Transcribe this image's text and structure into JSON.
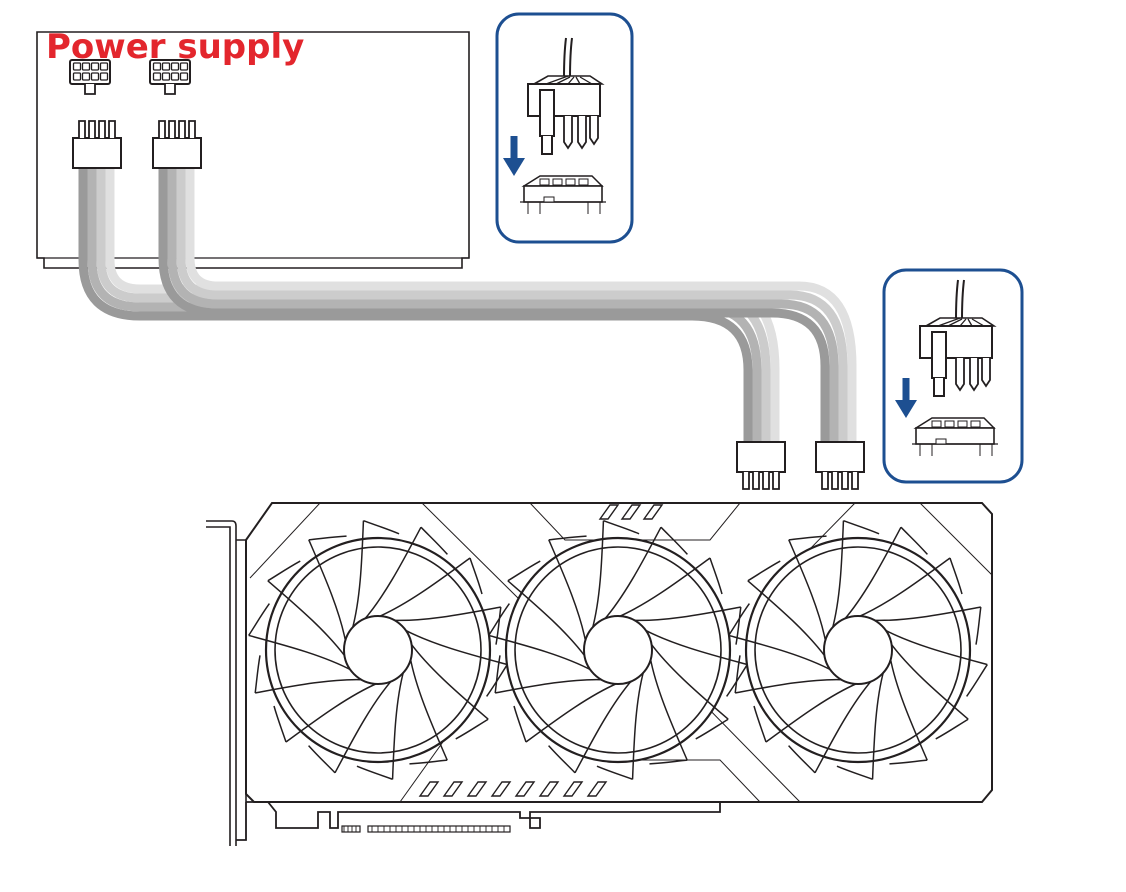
{
  "psu": {
    "title": "Power supply",
    "title_color": "#e3262d",
    "connector_count": 2
  },
  "gpu": {
    "fan_count": 3,
    "fan_blades": 14,
    "top_vent_slots": 3,
    "bottom_vent_slots": 8
  },
  "callouts": [
    {
      "name": "psu-side-connection",
      "arrow": "down-arrow-icon"
    },
    {
      "name": "gpu-side-connection",
      "arrow": "down-arrow-icon"
    }
  ],
  "colors": {
    "arrow": "#1d4f91",
    "callout_border": "#1d4f91",
    "line": "#231f20",
    "cable": [
      "#9a9a9a",
      "#b3b3b3",
      "#cccccc",
      "#e0e0e0"
    ]
  }
}
